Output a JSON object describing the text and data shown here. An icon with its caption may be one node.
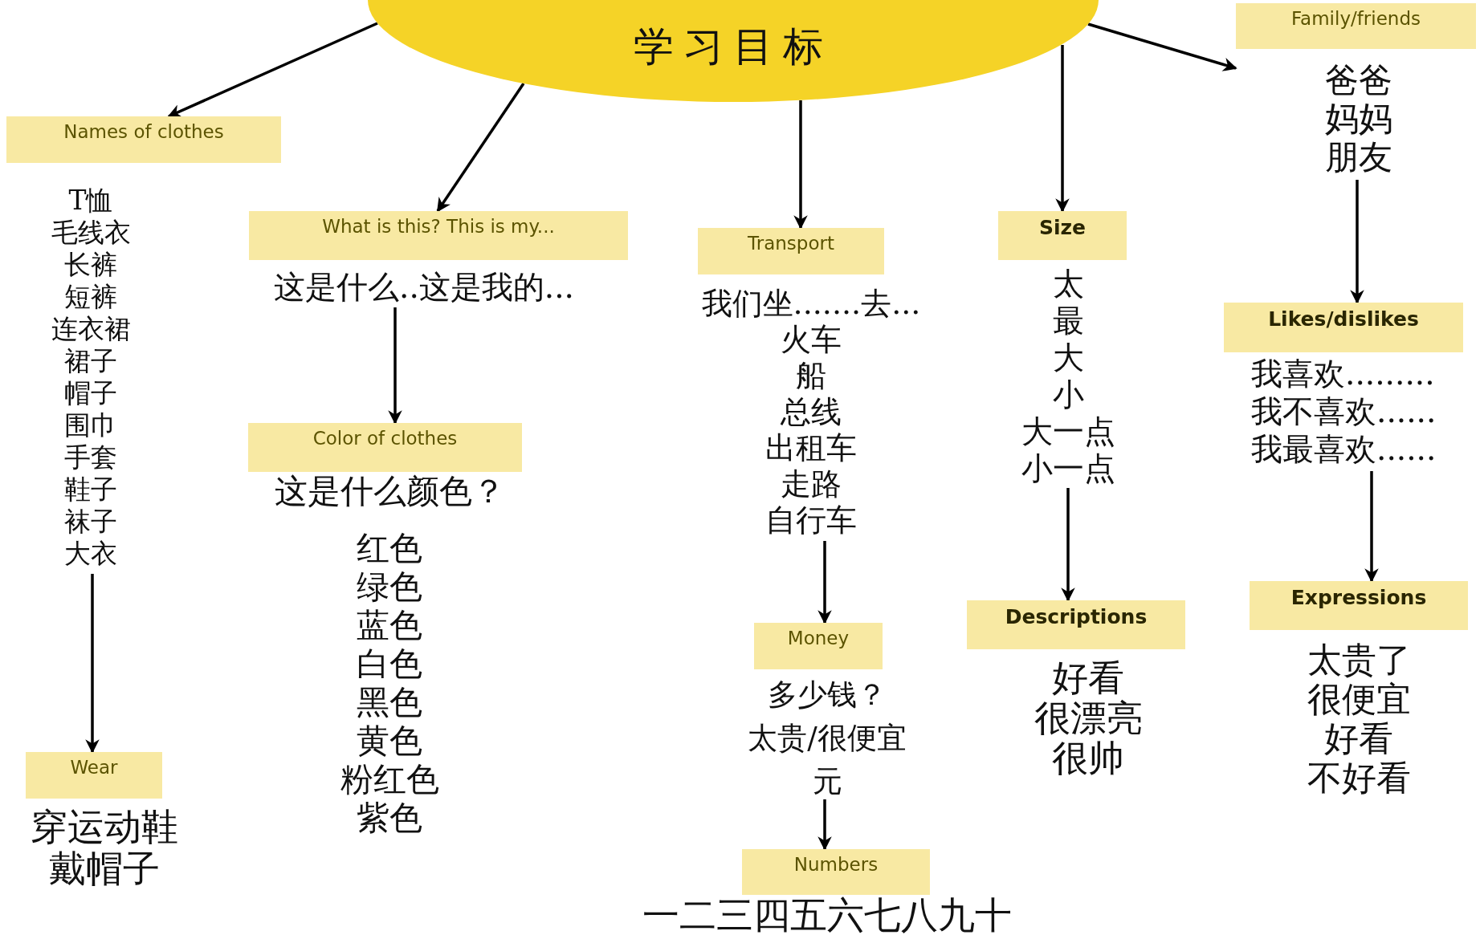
{
  "diagram": {
    "nodes": [
      {
        "text": [
          "学习目标"
        ]
      },
      {
        "text": [
          "Names of clothes"
        ],
        "beside": [
          "T恤",
          "毛线衣",
          "长裤",
          "短裤",
          "连衣裙",
          "裙子",
          "帽子",
          "围巾",
          "手套",
          "鞋子",
          "袜子",
          "大衣"
        ]
      },
      {
        "text": [
          "What is this? This is my..."
        ],
        "beside": [
          "这是什么..这是我的..."
        ]
      },
      {
        "text": [
          "Transport"
        ],
        "beside": [
          "我们坐.......去...",
          "火车",
          "船",
          "总线",
          "出租车",
          "走路",
          "自行车"
        ]
      },
      {
        "text": [
          "Size"
        ],
        "beside": [
          "太",
          "最",
          "大",
          "小",
          "大一点",
          "小一点"
        ]
      },
      {
        "text": [
          "Family/friends"
        ],
        "beside": [
          "爸爸",
          "妈妈",
          "朋友"
        ]
      },
      {
        "text": [
          "Likes/dislikes"
        ],
        "beside": [
          "我喜欢.........",
          "我不喜欢......",
          "我最喜欢......"
        ]
      },
      {
        "text": [
          "Color of clothes"
        ],
        "beside": [
          "这是什么颜色？",
          "红色",
          "绿色",
          "蓝色",
          "白色",
          "黑色",
          "黄色",
          "粉红色",
          "紫色"
        ]
      },
      {
        "text": [
          "Money"
        ],
        "beside": [
          "多少钱？",
          "太贵/很便宜",
          "元"
        ]
      },
      {
        "text": [
          "Descriptions"
        ],
        "beside": [
          "好看",
          "很漂亮",
          "很帅"
        ]
      },
      {
        "text": [
          "Expressions"
        ],
        "beside": [
          "太贵了",
          "很便宜",
          "好看",
          "不好看"
        ]
      },
      {
        "text": [
          "Wear"
        ],
        "beside": [
          "穿运动鞋",
          "戴帽子"
        ]
      },
      {
        "text": [
          "Numbers"
        ],
        "beside": [
          "一二三四五六七八九十"
        ]
      }
    ],
    "edges": [
      {
        "from": 0,
        "to": 1,
        "arrow": "to"
      },
      {
        "from": 0,
        "to": 2,
        "arrow": "to"
      },
      {
        "from": 0,
        "to": 3,
        "arrow": "to"
      },
      {
        "from": 0,
        "to": 4,
        "arrow": "to"
      },
      {
        "from": 0,
        "to": 5,
        "arrow": "to"
      },
      {
        "from": 1,
        "to": 11,
        "arrow": "to"
      },
      {
        "from": 2,
        "to": 7,
        "arrow": "to"
      },
      {
        "from": 3,
        "to": 8,
        "arrow": "to"
      },
      {
        "from": 8,
        "to": 12,
        "arrow": "to"
      },
      {
        "from": 4,
        "to": 9,
        "arrow": "to"
      },
      {
        "from": 5,
        "to": 6,
        "arrow": "to"
      },
      {
        "from": 6,
        "to": 10,
        "arrow": "to"
      }
    ]
  }
}
